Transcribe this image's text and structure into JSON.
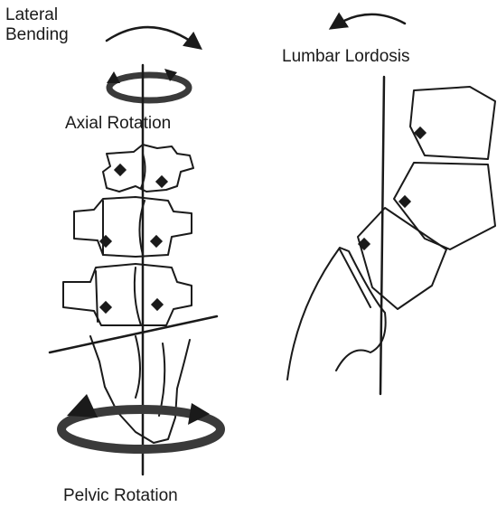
{
  "labels": {
    "lateral_bending_line1": "Lateral",
    "lateral_bending_line2": "Bending",
    "axial_rotation": "Axial Rotation",
    "lumbar_lordosis": "Lumbar Lordosis",
    "pelvic_rotation": "Pelvic Rotation"
  },
  "colors": {
    "ink": "#1a1a1a",
    "band": "#3a3a3a",
    "background": "#ffffff"
  }
}
